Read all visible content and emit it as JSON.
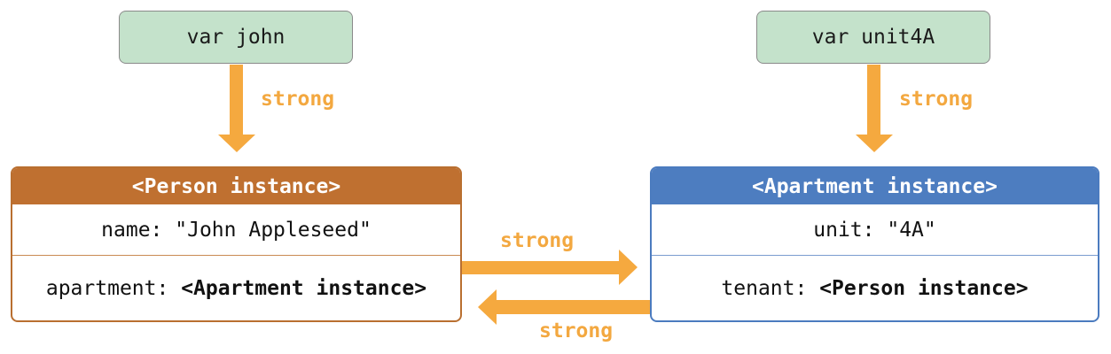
{
  "variables": {
    "john": "var john",
    "unit4A": "var unit4A"
  },
  "person": {
    "header": "<Person instance>",
    "name_key": "name: ",
    "name_value": "\"John Appleseed\"",
    "apartment_key": "apartment: ",
    "apartment_value": "<Apartment instance>"
  },
  "apartment": {
    "header": "<Apartment instance>",
    "unit_key": "unit: ",
    "unit_value": "\"4A\"",
    "tenant_key": "tenant: ",
    "tenant_value": "<Person instance>"
  },
  "references": {
    "john_to_person": "strong",
    "unit4A_to_apartment": "strong",
    "person_to_apartment": "strong",
    "apartment_to_person": "strong"
  },
  "colors": {
    "variable_fill": "#c4e2cb",
    "person_header": "#bf7030",
    "apartment_header": "#4d7dc0",
    "arrow": "#f5a93f"
  }
}
